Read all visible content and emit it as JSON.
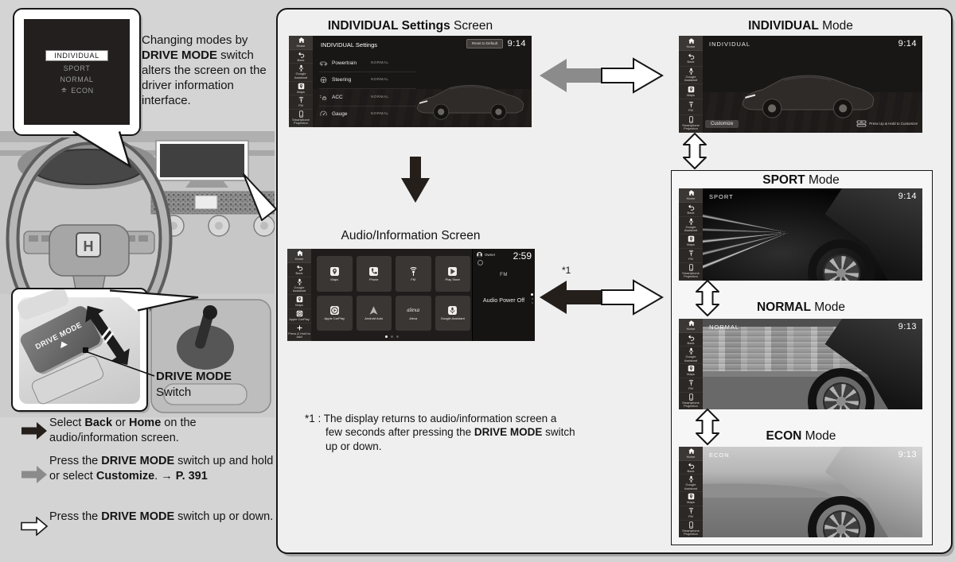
{
  "colors": {
    "page_bg": "#d4d4d4",
    "panel_bg": "#efefef",
    "screen_dark": "#191716",
    "sidebar_bg": "#2b2826",
    "arrow_black": "#241f1b",
    "arrow_gray": "#8b8b8b",
    "arrow_white": "#ffffff"
  },
  "callout": {
    "modes": [
      {
        "label": "INDIVIDUAL",
        "selected": true
      },
      {
        "label": "SPORT",
        "selected": false
      },
      {
        "label": "NORMAL",
        "selected": false
      },
      {
        "label": "ECON",
        "selected": false,
        "icon": "econ-leaf-icon"
      }
    ]
  },
  "intro": {
    "t1": "Changing modes by ",
    "b1": "DRIVE MODE",
    "t2": " switch alters the screen on the driver information interface."
  },
  "switch": {
    "button_text": "DRIVE MODE",
    "label_bold": "DRIVE MODE",
    "label_rest": "Switch"
  },
  "legend": {
    "item1": {
      "t1": "Select ",
      "b1": "Back",
      "t2": " or ",
      "b2": "Home",
      "t3": " on the audio/information screen."
    },
    "item2": {
      "t1": "Press the ",
      "b1": "DRIVE MODE",
      "t2": " switch up and hold or select ",
      "b2": "Customize",
      "t3": ". ",
      "ref": "→ P. 391"
    },
    "item3": {
      "t1": "Press the ",
      "b1": "DRIVE MODE",
      "t2": " switch up or down."
    }
  },
  "titles": {
    "settings": {
      "bold": "INDIVIDUAL Settings",
      "rest": " Screen"
    },
    "individual": {
      "bold": "INDIVIDUAL",
      "rest": " Mode"
    },
    "audio": {
      "text": "Audio/Information Screen"
    },
    "sport": {
      "bold": "SPORT",
      "rest": " Mode"
    },
    "normal": {
      "bold": "NORMAL",
      "rest": " Mode"
    },
    "econ": {
      "bold": "ECON",
      "rest": " Mode"
    }
  },
  "footnote": {
    "marker": "*1 :",
    "t1": " The display returns to audio/information screen a few seconds after pressing the ",
    "b1": "DRIVE MODE",
    "t2": " switch up or down."
  },
  "arrow_note": "*1",
  "sidebars": {
    "default": [
      {
        "icon": "home-icon",
        "label": "Home"
      },
      {
        "icon": "back-icon",
        "label": "Back"
      },
      {
        "icon": "mic-icon",
        "label": "Google Assistant"
      },
      {
        "icon": "maps-icon",
        "label": "Maps"
      },
      {
        "icon": "fm-icon",
        "label": "FM"
      },
      {
        "icon": "smartphone-icon",
        "label": "Smartphone Projection"
      }
    ],
    "audio": [
      {
        "icon": "home-icon",
        "label": "Home"
      },
      {
        "icon": "back-icon",
        "label": "Back"
      },
      {
        "icon": "mic-icon",
        "label": "Google Assistant"
      },
      {
        "icon": "maps-icon",
        "label": "Maps"
      },
      {
        "icon": "carplay-icon",
        "label": "Apple CarPlay"
      },
      {
        "icon": "plus-icon",
        "label": "Press & Hold to Add"
      }
    ]
  },
  "screens": {
    "settings": {
      "header": "INDIVIDUAL Settings",
      "reset_button": "Reset to Default",
      "clock": "9:14",
      "rows": [
        {
          "icon": "powertrain-icon",
          "label": "Powertrain",
          "value": "NORMAL"
        },
        {
          "icon": "steering-icon",
          "label": "Steering",
          "value": "NORMAL"
        },
        {
          "icon": "acc-icon",
          "label": "ACC",
          "value": "NORMAL"
        },
        {
          "icon": "gauge-icon",
          "label": "Gauge",
          "value": "NORMAL"
        }
      ]
    },
    "individual": {
      "label": "INDIVIDUAL",
      "clock": "9:14",
      "customize_button": "Customize",
      "hint": "Press Up & Hold to Customize"
    },
    "sport": {
      "label": "SPORT",
      "clock": "9:14"
    },
    "normal": {
      "label": "NORMAL",
      "clock": "9:13"
    },
    "econ": {
      "label": "ECON",
      "clock": "9:13"
    },
    "audio": {
      "clock": "2:59",
      "owner": "Owner",
      "fm": "FM",
      "power": "Audio Power Off",
      "tiles": [
        {
          "icon": "maps-icon",
          "label": "Maps"
        },
        {
          "icon": "phone-icon",
          "label": "Phone"
        },
        {
          "icon": "fm-icon",
          "label": "FM"
        },
        {
          "icon": "play-store-icon",
          "label": "Play Store"
        },
        {
          "icon": "carplay-icon",
          "label": "Apple CarPlay"
        },
        {
          "icon": "android-auto-icon",
          "label": "Android Auto"
        },
        {
          "icon": "alexa-logo",
          "label": "Alexa"
        },
        {
          "icon": "assistant-icon",
          "label": "Google Assistant"
        }
      ]
    }
  }
}
